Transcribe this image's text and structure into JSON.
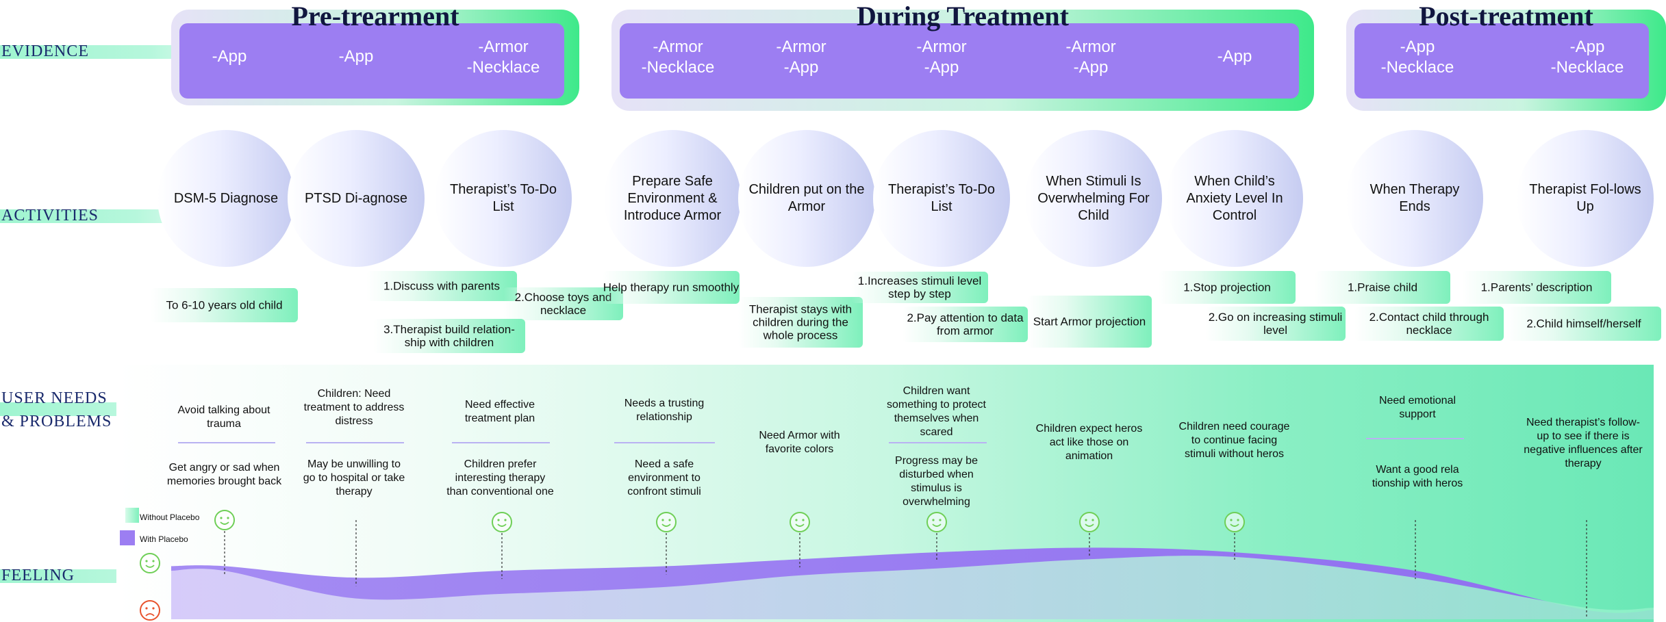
{
  "row_labels": {
    "evidence": "EVIDENCE",
    "activities": "ACTIVITIES",
    "needs_line1": "USER NEEDS",
    "needs_line2": "& PROBLEMS",
    "feeling": "FEELING"
  },
  "phases": [
    {
      "title": "Pre-trearment",
      "evidence": [
        "-App",
        "-App",
        "-Armor\n-Necklace"
      ]
    },
    {
      "title": "During Treatment",
      "evidence": [
        "-Armor\n-Necklace",
        "-Armor\n-App",
        "-Armor\n-App",
        "-Armor\n-App",
        "-App"
      ]
    },
    {
      "title": "Post-treatment",
      "evidence": [
        "-App\n-Necklace",
        "-App\n-Necklace"
      ]
    }
  ],
  "activities": [
    "DSM-5 Diagnose",
    "PTSD Di-agnose",
    "Therapist’s To-Do List",
    "Prepare Safe Environment & Introduce Armor",
    "Children put on the Armor",
    "Therapist’s To-Do List",
    "When Stimuli Is Overwhelming For Child",
    "When Child’s Anxiety Level In Control",
    "When Therapy Ends",
    "Therapist Fol-lows Up"
  ],
  "notes": [
    "To 6-10 years old child",
    "1.Discuss with parents",
    "2.Choose toys and necklace",
    "3.Therapist build relation-ship with children",
    "Help therapy run smoothly",
    "Therapist stays with children during the whole process",
    "1.Increases stimuli level step by step",
    "2.Pay attention to data from armor",
    "Start Armor projection",
    "1.Stop projection",
    "2.Go on increasing stimuli level",
    "1.Praise child",
    "2.Contact child through necklace",
    "1.Parents’ description",
    "2.Child himself/herself"
  ],
  "needs": [
    {
      "need": "Avoid talking about trauma",
      "problem": "Get angry or sad when memories brought back"
    },
    {
      "need": "Children: Need treatment to address distress",
      "problem": "May be unwilling to go to hospital or take therapy"
    },
    {
      "need": "Need effective treatment plan",
      "problem": "Children prefer interesting therapy than conventional one"
    },
    {
      "need": "Needs a trusting relationship",
      "problem": "Need a safe environment to confront stimuli"
    },
    {
      "need": "Need Armor with favorite colors",
      "problem": ""
    },
    {
      "need": "Children want something to protect themselves when scared",
      "problem": "Progress may be disturbed when stimulus is overwhelming"
    },
    {
      "need": "Children expect heros act like those on animation",
      "problem": ""
    },
    {
      "need": "Children need courage to continue facing stimuli without heros",
      "problem": ""
    },
    {
      "need": "Need emotional support",
      "problem": "Want a good rela tionship with heros"
    },
    {
      "need": "Need therapist’s follow-up to see if there is negative influences after therapy",
      "problem": ""
    }
  ],
  "legend": {
    "without": "Without Placebo",
    "with": "With Placebo"
  },
  "feeling_axis": {
    "top_icon": "smile-icon",
    "bottom_icon": "frown-icon"
  },
  "chart_data": {
    "type": "area",
    "categories": [
      "DSM-5 Diagnose",
      "PTSD Diagnose",
      "Therapist’s To-Do List",
      "Prepare Safe Environment",
      "Children put on the Armor",
      "Therapist’s To-Do List",
      "When Stimuli Is Overwhelming",
      "When Anxiety In Control",
      "When Therapy Ends",
      "Therapist Follows Up"
    ],
    "series": [
      {
        "name": "Without Placebo",
        "values": [
          0.05,
          -0.55,
          -0.45,
          -0.3,
          -0.05,
          0.1,
          0.3,
          0.35,
          -0.1,
          -0.75
        ]
      },
      {
        "name": "With Placebo",
        "values": [
          0.15,
          -0.1,
          0.05,
          0.15,
          0.3,
          0.45,
          0.55,
          0.45,
          0.05,
          -0.8
        ]
      }
    ],
    "ylim": [
      -1,
      1
    ],
    "colors": {
      "without": "#8ff0c8",
      "with": "#9c7ef2",
      "face": "#6fcf57",
      "sad": "#e8532d"
    }
  }
}
